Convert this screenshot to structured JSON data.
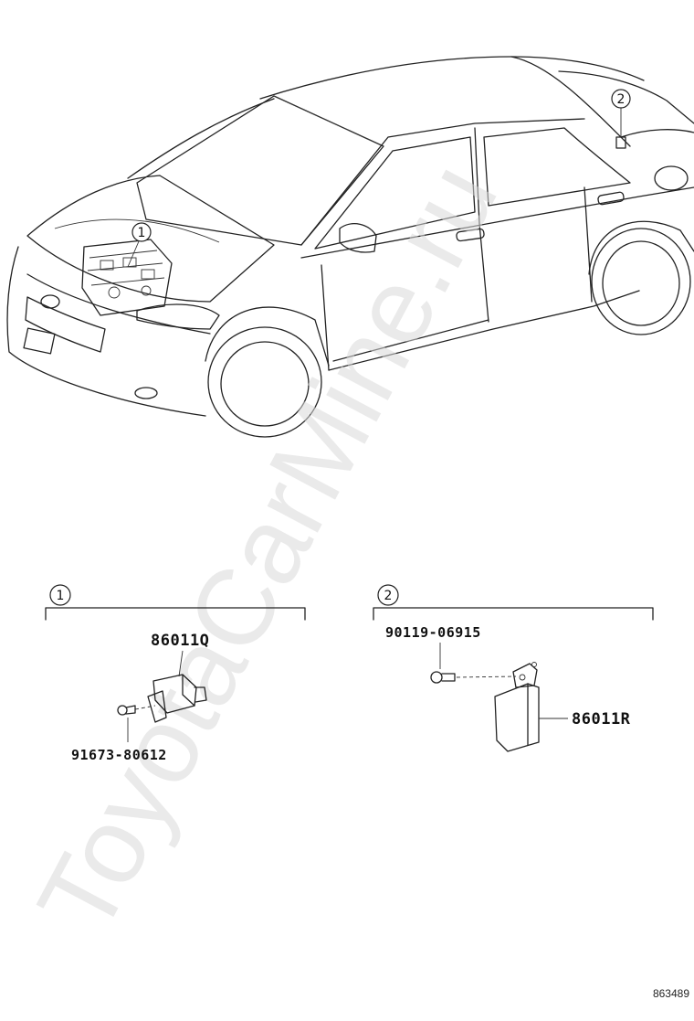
{
  "watermark": "ToyotaCarMine.ru",
  "callouts": {
    "one": "1",
    "two": "2"
  },
  "group_1": {
    "callout": "1",
    "parts": [
      {
        "number": "86011Q"
      },
      {
        "number": "91673-80612"
      }
    ]
  },
  "group_2": {
    "callout": "2",
    "parts": [
      {
        "number": "90119-06915"
      },
      {
        "number": "86011R"
      }
    ]
  },
  "diagram_number": "863489"
}
